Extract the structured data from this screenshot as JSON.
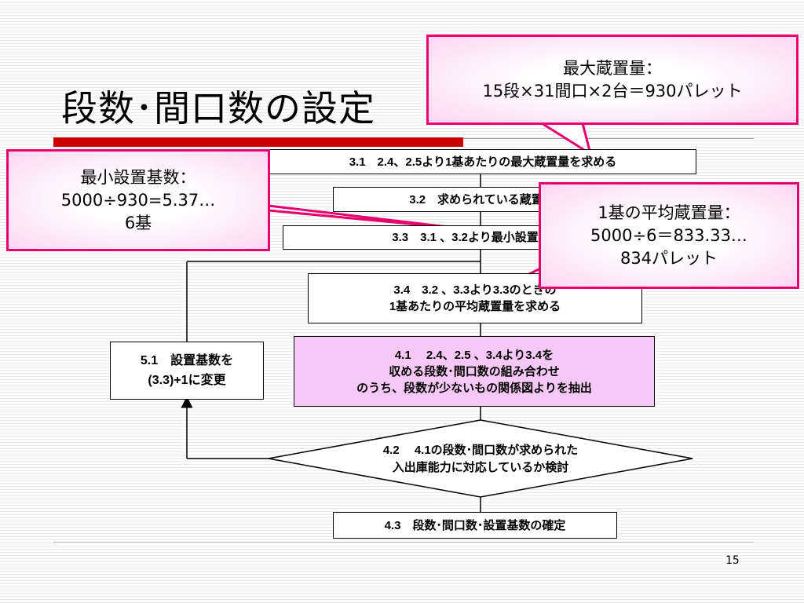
{
  "slide": {
    "title": "段数･間口数の設定",
    "page_number": "15"
  },
  "steps": {
    "s3_1": "3.1　2.4、2.5より1基あたりの最大蔵置量を求める",
    "s3_2": "3.2　求められている蔵置量",
    "s3_3": "3.3　3.1 、3.2より最小設置基",
    "s3_4": [
      "3.4　3.2 、3.3より3.3のときの",
      "1基あたりの平均蔵置量を求める"
    ],
    "s4_1": [
      "4.1　 2.4、2.5 、3.4より3.4を",
      "収める段数･間口数の組み合わせ",
      "のうち、段数が少ないもの関係図よりを抽出"
    ],
    "s4_2": [
      "4.2　 4.1の段数･間口数が求められた",
      "入出庫能力に対応しているか検討"
    ],
    "s4_3": "4.3　段数･間口数･設置基数の確定",
    "s5_1": [
      "5.1　設置基数を",
      "(3.3)+1に変更"
    ]
  },
  "callouts": {
    "max_storage": [
      "最大蔵置量：",
      "15段×31間口×2台＝930パレット"
    ],
    "min_units": [
      "最小設置基数：",
      "5000÷930=5.37…",
      "6基"
    ],
    "avg_storage": [
      "1基の平均蔵置量：",
      "5000÷6＝833.33…",
      "834パレット"
    ]
  },
  "colors": {
    "accent_red": "#cc0000",
    "callout_border": "#e8006e",
    "highlight_box": "#f7c8f5"
  }
}
